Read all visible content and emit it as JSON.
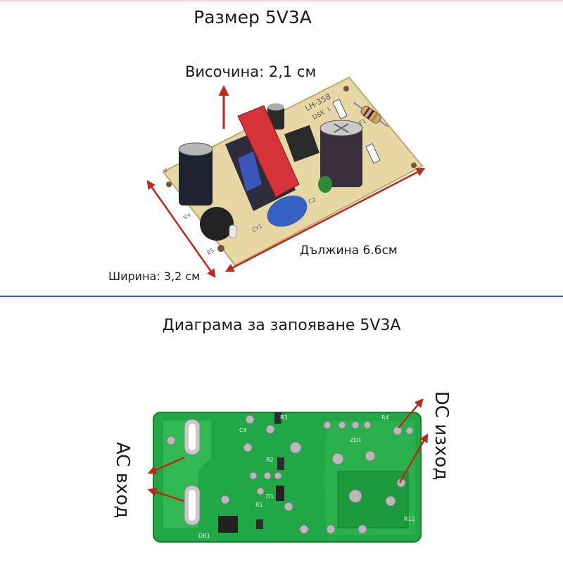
{
  "top_section": {
    "title": "Размер 5V3A",
    "height_label": "Височина: 2,1 см",
    "length_label": "Дължина 6.6см",
    "width_label": "Ширина: 3,2 см"
  },
  "bottom_section": {
    "title": "Диаграма за запояване 5V3A",
    "ac_label": "AC вход",
    "dc_label": "DC изход"
  },
  "pcb_top": {
    "silkscreen_model": "LH-358",
    "silkscreen_marks": [
      "DSK",
      "L",
      "F1",
      "C2",
      "CY1",
      "V-",
      "V+",
      "E5"
    ]
  },
  "pcb_bottom": {
    "silkscreen_marks": [
      "C4",
      "R3",
      "R4",
      "R2",
      "ZD1",
      "D1",
      "R1",
      "DB1",
      "R12"
    ]
  },
  "colors": {
    "arrow": "#c0271a",
    "divider": "#3f64a6",
    "pcb_top": "#e7d7a5",
    "pcb_bottom": "#1fa845",
    "transformer": "#d5323a"
  }
}
